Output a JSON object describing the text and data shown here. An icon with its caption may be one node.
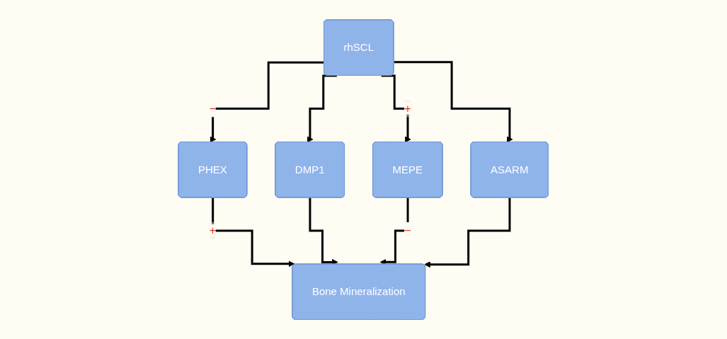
{
  "diagram": {
    "nodes": [
      {
        "text": [
          "rhSCL"
        ]
      },
      {
        "text": [
          "PHEX"
        ]
      },
      {
        "text": [
          "DMP1"
        ]
      },
      {
        "text": [
          "MEPE"
        ]
      },
      {
        "text": [
          "ASARM"
        ]
      },
      {
        "text": [
          "Bone Mineralization"
        ]
      }
    ],
    "edges": [
      {
        "from": 0,
        "to": 1,
        "arrow": "to",
        "label": "−"
      },
      {
        "from": 0,
        "to": 2,
        "arrow": "to"
      },
      {
        "from": 0,
        "to": 3,
        "arrow": "to",
        "label": "+"
      },
      {
        "from": 0,
        "to": 4,
        "arrow": "to"
      },
      {
        "from": 1,
        "to": 5,
        "arrow": "to",
        "label": "+"
      },
      {
        "from": 2,
        "to": 5,
        "arrow": "to"
      },
      {
        "from": 3,
        "to": 5,
        "arrow": "to",
        "label": "−"
      },
      {
        "from": 4,
        "to": 5,
        "arrow": "to"
      }
    ]
  }
}
